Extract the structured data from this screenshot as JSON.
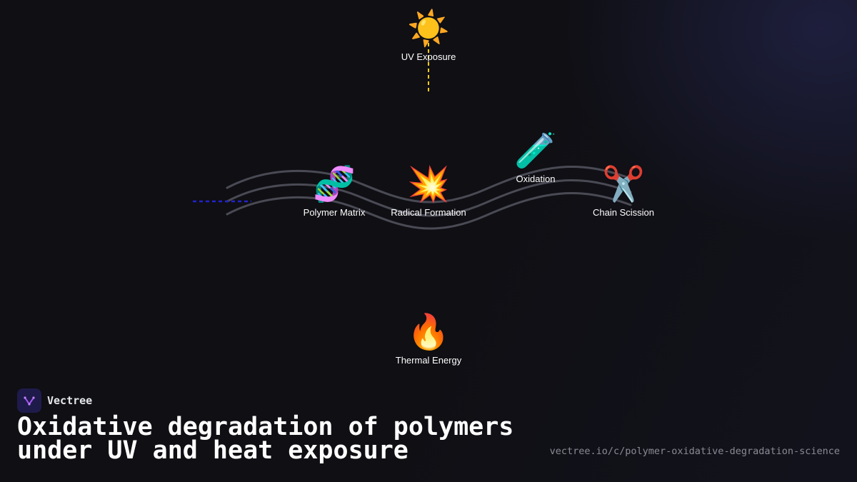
{
  "diagram": {
    "nodes": [
      {
        "id": "uv",
        "label": "UV Exposure",
        "icon": "sun-icon",
        "glyph": "☀️"
      },
      {
        "id": "polymer",
        "label": "Polymer Matrix",
        "icon": "dna-icon",
        "glyph": "🧬"
      },
      {
        "id": "radical",
        "label": "Radical Formation",
        "icon": "collision-icon",
        "glyph": "💥"
      },
      {
        "id": "oxidation",
        "label": "Oxidation",
        "icon": "test-tube-icon",
        "glyph": "🧪"
      },
      {
        "id": "scission",
        "label": "Chain Scission",
        "icon": "scissors-icon",
        "glyph": "✂️"
      },
      {
        "id": "thermal",
        "label": "Thermal Energy",
        "icon": "fire-icon",
        "glyph": "🔥"
      }
    ],
    "colors": {
      "uv_ray": "#facc15",
      "blue_dash": "#2222cc",
      "chains": "#4a4a55"
    }
  },
  "brand": {
    "name": "Vectree",
    "icon": "vectree-logo-icon",
    "accent": "#a855f7"
  },
  "title": "Oxidative degradation of polymers under UV and heat exposure",
  "url": "vectree.io/c/polymer-oxidative-degradation-science"
}
